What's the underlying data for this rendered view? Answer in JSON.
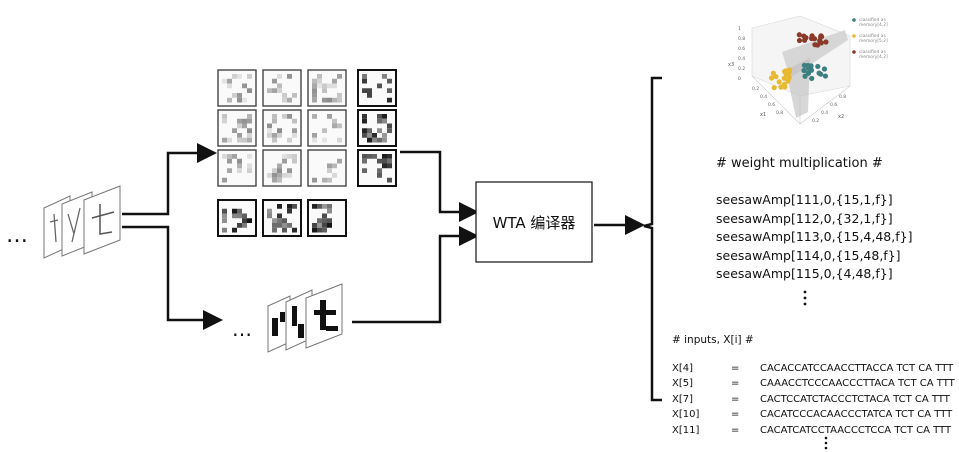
{
  "compiler_label": "WTA 编译器",
  "ellipsis": "…",
  "legend": [
    {
      "label": "classified as memory[4,2]",
      "color": "#3d7f80"
    },
    {
      "label": "classified as memory[5,2]",
      "color": "#e8b830"
    },
    {
      "label": "classified as memory[4,2]",
      "color": "#8b3a2a"
    }
  ],
  "axis_labels": {
    "x": "x1",
    "y": "x2",
    "z": "x3"
  },
  "z_ticks": [
    "1",
    "0.8",
    "0.6",
    "0.4",
    "0.2",
    "0"
  ],
  "x_ticks": [
    "0.2",
    "0.4",
    "0.6",
    "0.8"
  ],
  "y_ticks": [
    "0.2",
    "0.4",
    "0.6",
    "0.8"
  ],
  "weight_title": "# weight multiplication #",
  "weight_lines": [
    "seesawAmp[111,0,{15,1,f}]",
    "seesawAmp[112,0,{32,1,f}]",
    "seesawAmp[113,0,{15,4,48,f}]",
    "seesawAmp[114,0,{15,48,f}]",
    "seesawAmp[115,0,{4,48,f}]"
  ],
  "inputs_title": "# inputs, X[i] #",
  "inputs": [
    {
      "name": "X[4]",
      "eq": "=",
      "seq": "CACACCATCCAACCTTACCA TCT CA TTT"
    },
    {
      "name": "X[5]",
      "eq": "=",
      "seq": "CAAACCTCCCAACCCTTACA TCT CA TTT"
    },
    {
      "name": "X[7]",
      "eq": "=",
      "seq": "CACTCCATCTACCCTCTACA TCT CA TTT"
    },
    {
      "name": "X[10]",
      "eq": "=",
      "seq": "CACATCCCACAACCCTATCA TCT CA TTT"
    },
    {
      "name": "X[11]",
      "eq": "=",
      "seq": "CACATCATCCTAACCCTCCA TCT CA TTT"
    }
  ]
}
